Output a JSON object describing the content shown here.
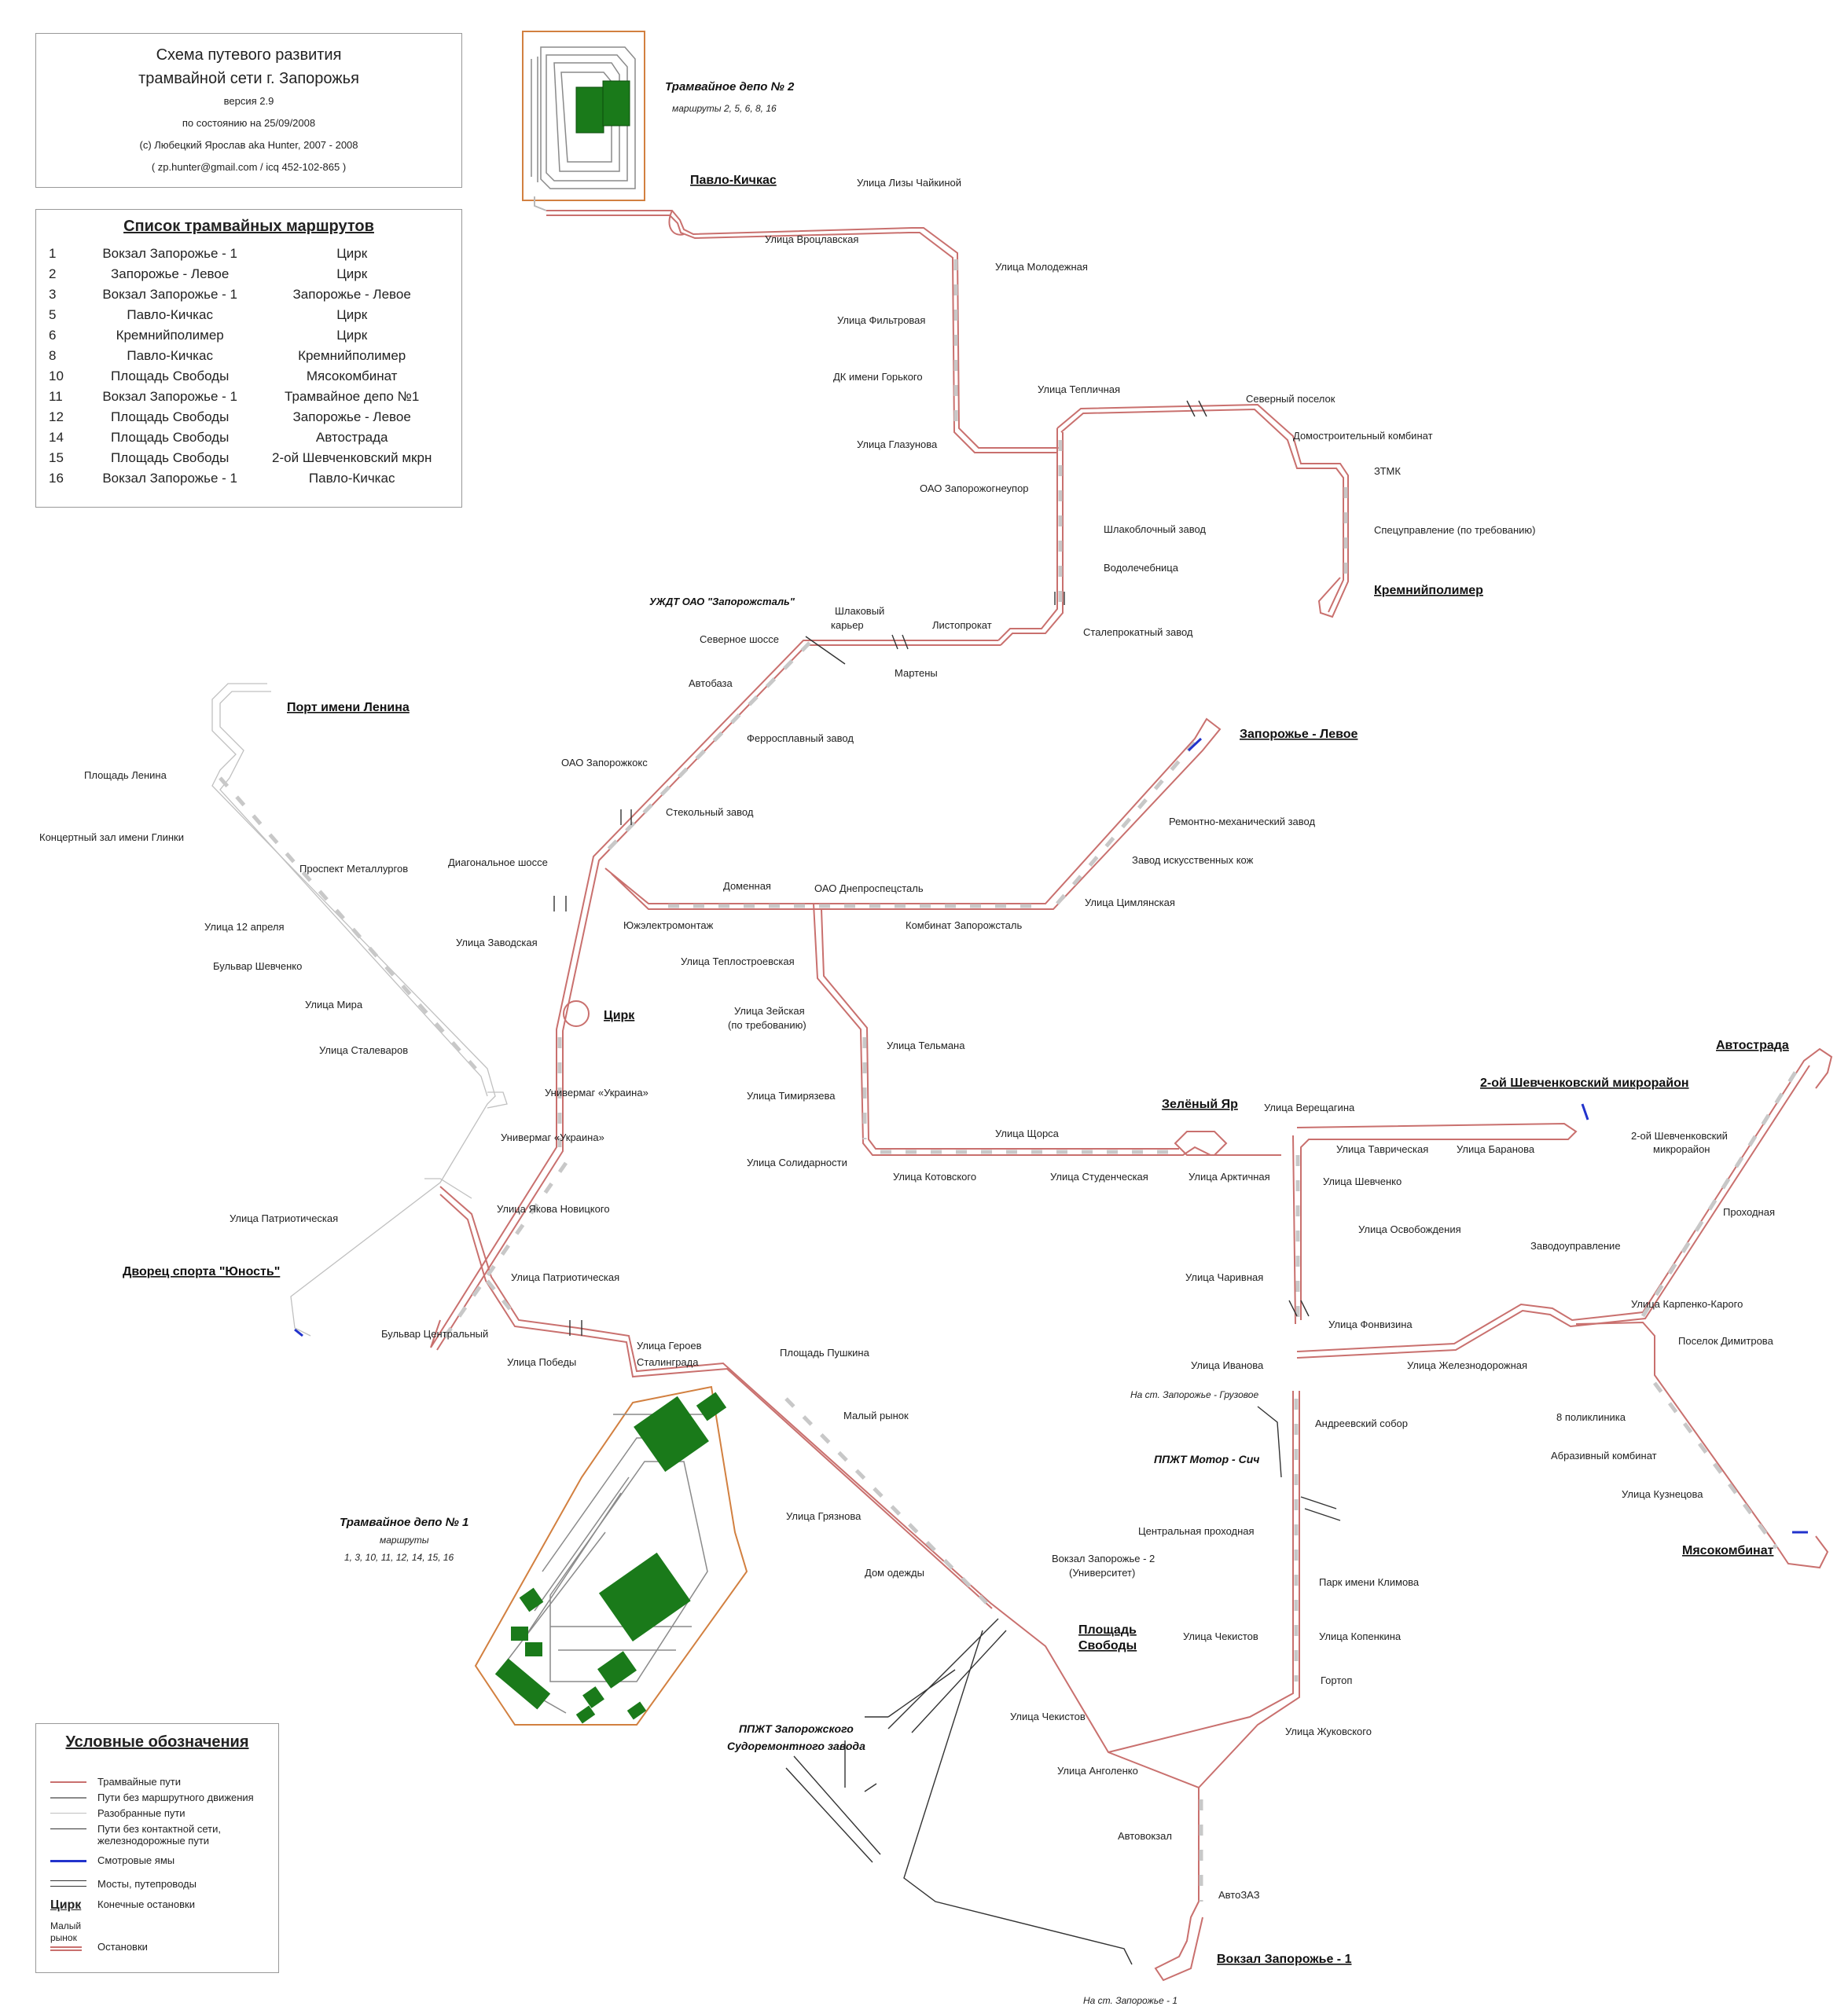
{
  "header": {
    "title_line1": "Схема путевого развития",
    "title_line2": "трамвайной сети г. Запорожья",
    "version": "версия 2.9",
    "date": "по состоянию на 25/09/2008",
    "copyright": "(c) Любецкий Ярослав aka Hunter, 2007 - 2008",
    "contacts": "( zp.hunter@gmail.com / icq 452-102-865 )"
  },
  "routes": {
    "heading": "Список трамвайных маршрутов",
    "items": [
      {
        "num": "1",
        "from": "Вокзал Запорожье - 1",
        "to": "Цирк"
      },
      {
        "num": "2",
        "from": "Запорожье - Левое",
        "to": "Цирк"
      },
      {
        "num": "3",
        "from": "Вокзал Запорожье - 1",
        "to": "Запорожье - Левое"
      },
      {
        "num": "5",
        "from": "Павло-Кичкас",
        "to": "Цирк"
      },
      {
        "num": "6",
        "from": "Кремнийполимер",
        "to": "Цирк"
      },
      {
        "num": "8",
        "from": "Павло-Кичкас",
        "to": "Кремнийполимер"
      },
      {
        "num": "10",
        "from": "Площадь Свободы",
        "to": "Мясокомбинат"
      },
      {
        "num": "11",
        "from": "Вокзал Запорожье - 1",
        "to": "Трамвайное депо №1"
      },
      {
        "num": "12",
        "from": "Площадь Свободы",
        "to": "Запорожье - Левое"
      },
      {
        "num": "14",
        "from": "Площадь Свободы",
        "to": "Автострада"
      },
      {
        "num": "15",
        "from": "Площадь Свободы",
        "to": "2-ой Шевченковский мкрн"
      },
      {
        "num": "16",
        "from": "Вокзал Запорожье - 1",
        "to": "Павло-Кичкас"
      }
    ]
  },
  "legend": {
    "heading": "Условные обозначения",
    "tram_tracks": "Трамвайные пути",
    "no_route_tracks": "Пути без маршрутного движения",
    "dismantled": "Разобранные пути",
    "no_contact_1": "Пути без контактной сети,",
    "no_contact_2": "железнодорожные пути",
    "pits": "Смотровые ямы",
    "bridges": "Мосты, путепроводы",
    "terminal_sample": "Цирк",
    "terminals": "Конечные остановки",
    "stop_sample_1": "Малый",
    "stop_sample_2": "рынок",
    "stops": "Остановки"
  },
  "colors": {
    "tram_track": "#c9706e",
    "unused_track": "#8a8a8a",
    "dismantled_track": "#c0c0c0",
    "rail_track": "#333333",
    "pit": "#2233cc",
    "depot_building": "#1a7a1a",
    "depot_fence": "#d28040"
  },
  "map": {
    "depot2": {
      "title": "Трамвайное депо № 2",
      "routes": "маршруты 2, 5, 6, 8, 16"
    },
    "depot1": {
      "title": "Трамвайное депо № 1",
      "routes_caption": "маршруты",
      "routes": "1, 3, 10, 11, 12, 14, 15, 16"
    },
    "terminals": {
      "pavlo": "Павло-Кичкас",
      "kremni": "Кремнийполимер",
      "port": "Порт имени Ленина",
      "levoe": "Запорожье - Левое",
      "cirk": "Цирк",
      "avtostrada": "Автострада",
      "shevch": "2-ой Шевченковский микрорайон",
      "zeleny": "Зелёный Яр",
      "yunost": "Дворец спорта \"Юность\"",
      "ploshad_1": "Площадь",
      "ploshad_2": "Свободы",
      "myaso": "Мясокомбинат",
      "vokzal1": "Вокзал Запорожье - 1"
    },
    "special": {
      "uzhdt": "УЖДТ ОАО \"Запорожсталь\"",
      "motor": "ППЖТ Мотор - Сич",
      "ppzht_1": "ППЖТ Запорожского",
      "ppzht_2": "Судоремонтного завода",
      "na_gruz": "На ст. Запорожье - Грузовое",
      "na_zp1": "На ст. Запорожье - 1"
    },
    "stops": {
      "lizy": "Улица Лизы Чайкиной",
      "vroclav": "Улица Вроцлавская",
      "molodezh": "Улица Молодежная",
      "filtr": "Улица Фильтровая",
      "dk": "ДК имени Горького",
      "teplich": "Улица Тепличная",
      "sev_pos": "Северный поселок",
      "domostr": "Домостроительный комбинат",
      "ztmk": "ЗТМК",
      "glazunova": "Улица Глазунова",
      "ogneupor": "ОАО Запорожогнеупор",
      "shlakobl": "Шлакоблочный завод",
      "specupr": "Спецуправление (по требованию)",
      "vodoleb": "Водолечебница",
      "shlak_kar_1": "Шлаковый",
      "shlak_kar_2": "карьер",
      "listoprok": "Листопрокат",
      "staleprok": "Сталепрокатный завод",
      "sev_shosse": "Северное шоссе",
      "marteny": "Мартены",
      "avtobaza": "Автобаза",
      "ferro": "Ферросплавный завод",
      "koks": "ОАО Запорожкокс",
      "steklo": "Стекольный завод",
      "remmeh": "Ремонтно-механический завод",
      "kozh": "Завод искусственных кож",
      "diag": "Диагональное шоссе",
      "domen": "Доменная",
      "dnepro": "ОАО Днепроспецсталь",
      "ciml": "Улица Цимлянская",
      "zavod": "Улица Заводская",
      "yuzhel": "Южэлектромонтаж",
      "kombinat": "Комбинат Запорожсталь",
      "teplostr": "Улица Теплостроевская",
      "zeysk_1": "Улица Зейская",
      "zeysk_2": "(по требованию)",
      "telman": "Улица Тельмана",
      "ploshad_lenina": "Площадь Ленина",
      "koncert": "Концертный зал имени Глинки",
      "metallurg": "Проспект Металлургов",
      "aprel": "Улица 12 апреля",
      "bulvar_sh": "Бульвар Шевченко",
      "mira": "Улица Мира",
      "stalevar": "Улица Сталеваров",
      "univ1": "Универмаг «Украина»",
      "univ2": "Универмаг «Украина»",
      "timir": "Улица Тимирязева",
      "shorsa": "Улица Щорса",
      "solidar": "Улица Солидарности",
      "kotov": "Улица Котовского",
      "student": "Улица Студенческая",
      "arktich": "Улица Арктичная",
      "vereshch": "Улица Верещагина",
      "tavrich": "Улица Таврическая",
      "baranova": "Улица Баранова",
      "shevch_st": "Улица Шевченко",
      "osvob": "Улица Освобождения",
      "shevch2_1": "2-ой Шевченковский",
      "shevch2_2": "микрорайон",
      "prohodnaya": "Проходная",
      "zavodupr": "Заводоуправление",
      "patriot1": "Улица Патриотическая",
      "novick": "Улица Якова Новицкого",
      "patriot2": "Улица Патриотическая",
      "chariv": "Улица Чаривная",
      "fonviz": "Улица Фонвизина",
      "karpenko": "Улица Карпенко-Карого",
      "dimitrov": "Поселок Димитрова",
      "zheleznodor": "Улица Железнодорожная",
      "bulvar_c": "Бульвар Центральный",
      "pobedy": "Улица Победы",
      "geroev_1": "Улица Героев",
      "geroev_2": "Сталинграда",
      "pushkin": "Площадь Пушкина",
      "ivanova": "Улица Иванова",
      "maly": "Малый рынок",
      "andreev": "Андреевский собор",
      "poliklin": "8 поликлиника",
      "abraziv": "Абразивный комбинат",
      "kuznec": "Улица Кузнецова",
      "gryaz": "Улица Грязнова",
      "centr_pr": "Центральная проходная",
      "dom_od": "Дом одежды",
      "vokzal2_1": "Вокзал Запорожье - 2",
      "vokzal2_2": "(Университет)",
      "klimova": "Парк имени Климова",
      "chekist1": "Улица Чекистов",
      "kopenk": "Улица Копенкина",
      "gortop": "Гортоп",
      "chekist2": "Улица Чекистов",
      "zhukov": "Улица Жуковского",
      "angol": "Улица Анголенко",
      "avtovokzal": "Автовокзал",
      "avtozaz": "АвтоЗАЗ"
    }
  }
}
